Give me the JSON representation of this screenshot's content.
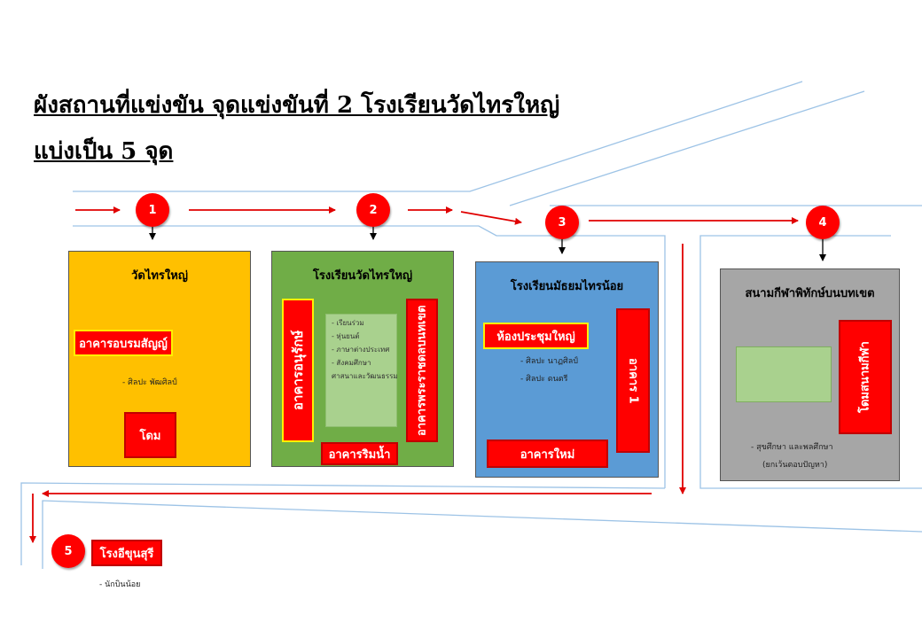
{
  "title": {
    "line1": "ผังสถานที่แข่งขัน จุดแข่งขันที่ 2 โรงเรียนวัดไทรใหญ่",
    "line2": "แบ่งเป็น 5 จุด"
  },
  "colors": {
    "zone1": "#ffc000",
    "zone2": "#70ad47",
    "zone3": "#5b9bd5",
    "zone4": "#a6a6a6",
    "building": "#ff0000",
    "road": "#9dc3e6",
    "arrow": "#e00000"
  },
  "markers": [
    "1",
    "2",
    "3",
    "4",
    "5"
  ],
  "zones": {
    "z1": {
      "title": "วัดไทรใหญ่",
      "buildings": [
        "อาคารอบรมสัญญ์",
        "โดม"
      ],
      "notes": [
        "- ศิลปะ พัฒศิลป์"
      ]
    },
    "z2": {
      "title": "โรงเรียนวัดไทรใหญ่",
      "buildings": [
        "อาคารอนุรักษ์",
        "อาคารพระราชดลบนทเขต",
        "อาคารริมน้ำ"
      ],
      "list": [
        "- เรียนร่วม",
        "- หุ่นยนต์",
        "- ภาษาต่างประเทศ",
        "- สังคมศึกษา",
        "ศาสนาและวัฒนธรรม"
      ]
    },
    "z3": {
      "title": "โรงเรียนมัธยมไทรน้อย",
      "buildings": [
        "ห้องประชุมใหญ่",
        "อาคาร 1",
        "อาคารใหม่"
      ],
      "notes": [
        "- ศิลปะ นาฏศิลป์",
        "- ศิลปะ ดนตรี"
      ]
    },
    "z4": {
      "title": "สนามกีฬาพิทักษ์บนบทเขต",
      "buildings": [
        "โดมสนามกีฬา"
      ],
      "notes": [
        "- สุขศึกษา และพลศึกษา",
        "(ยกเว้นตอบปัญหา)"
      ]
    },
    "z5": {
      "building": "โรงอีขุนสุรี",
      "notes": [
        "- นักบินน้อย"
      ]
    }
  }
}
